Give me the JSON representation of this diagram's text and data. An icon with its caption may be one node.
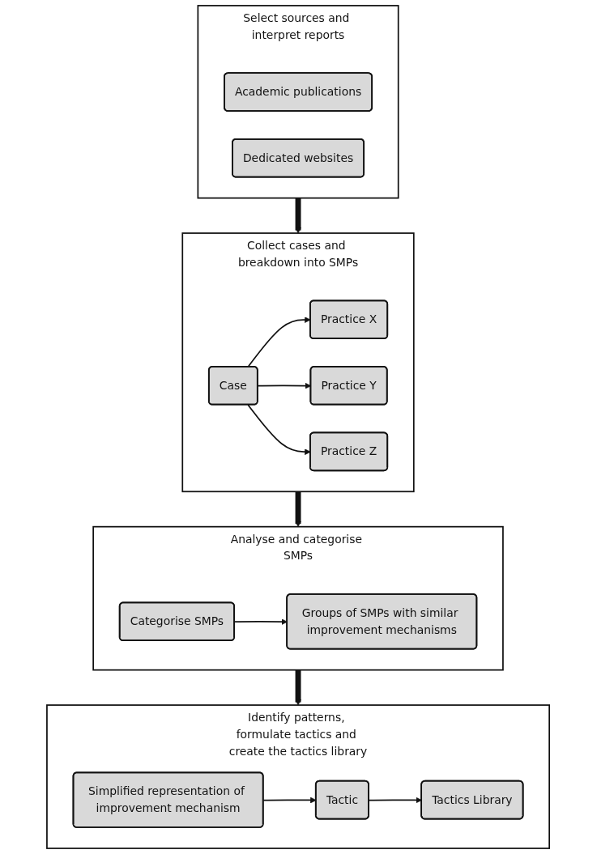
{
  "diagram": {
    "nodes": [
      {
        "text": [
          "Select sources and interpret reports"
        ]
      },
      {
        "text": [
          "Academic publications"
        ],
        "in": 0
      },
      {
        "text": [
          "Dedicated websites"
        ],
        "in": 0
      },
      {
        "text": [
          "Collect cases and breakdown into SMPs"
        ]
      },
      {
        "text": [
          "Case"
        ],
        "in": 3
      },
      {
        "text": [
          "Practice X"
        ],
        "in": 3
      },
      {
        "text": [
          "Practice Y"
        ],
        "in": 3
      },
      {
        "text": [
          "Practice Z"
        ],
        "in": 3
      },
      {
        "text": [
          "Analyse and categorise SMPs"
        ]
      },
      {
        "text": [
          "Categorise SMPs"
        ],
        "in": 8
      },
      {
        "text": [
          "Groups of SMPs with similar improvement mechanisms"
        ],
        "in": 8
      },
      {
        "text": [
          "Identify patterns, formulate tactics and create the tactics library"
        ]
      },
      {
        "text": [
          "Simplified representation of improvement mechanism"
        ],
        "in": 11
      },
      {
        "text": [
          "Tactic"
        ],
        "in": 11
      },
      {
        "text": [
          "Tactics Library"
        ],
        "in": 11
      }
    ],
    "edges": [
      {
        "from": 0,
        "to": 3,
        "arrow": "to",
        "style": "thick"
      },
      {
        "from": 4,
        "to": 5,
        "arrow": "to"
      },
      {
        "from": 4,
        "to": 6,
        "arrow": "to"
      },
      {
        "from": 4,
        "to": 7,
        "arrow": "to"
      },
      {
        "from": 3,
        "to": 8,
        "arrow": "to",
        "style": "thick"
      },
      {
        "from": 9,
        "to": 10,
        "arrow": "to"
      },
      {
        "from": 8,
        "to": 11,
        "arrow": "to",
        "style": "thick"
      },
      {
        "from": 12,
        "to": 13,
        "arrow": "to"
      },
      {
        "from": 13,
        "to": 14,
        "arrow": "to"
      }
    ]
  }
}
